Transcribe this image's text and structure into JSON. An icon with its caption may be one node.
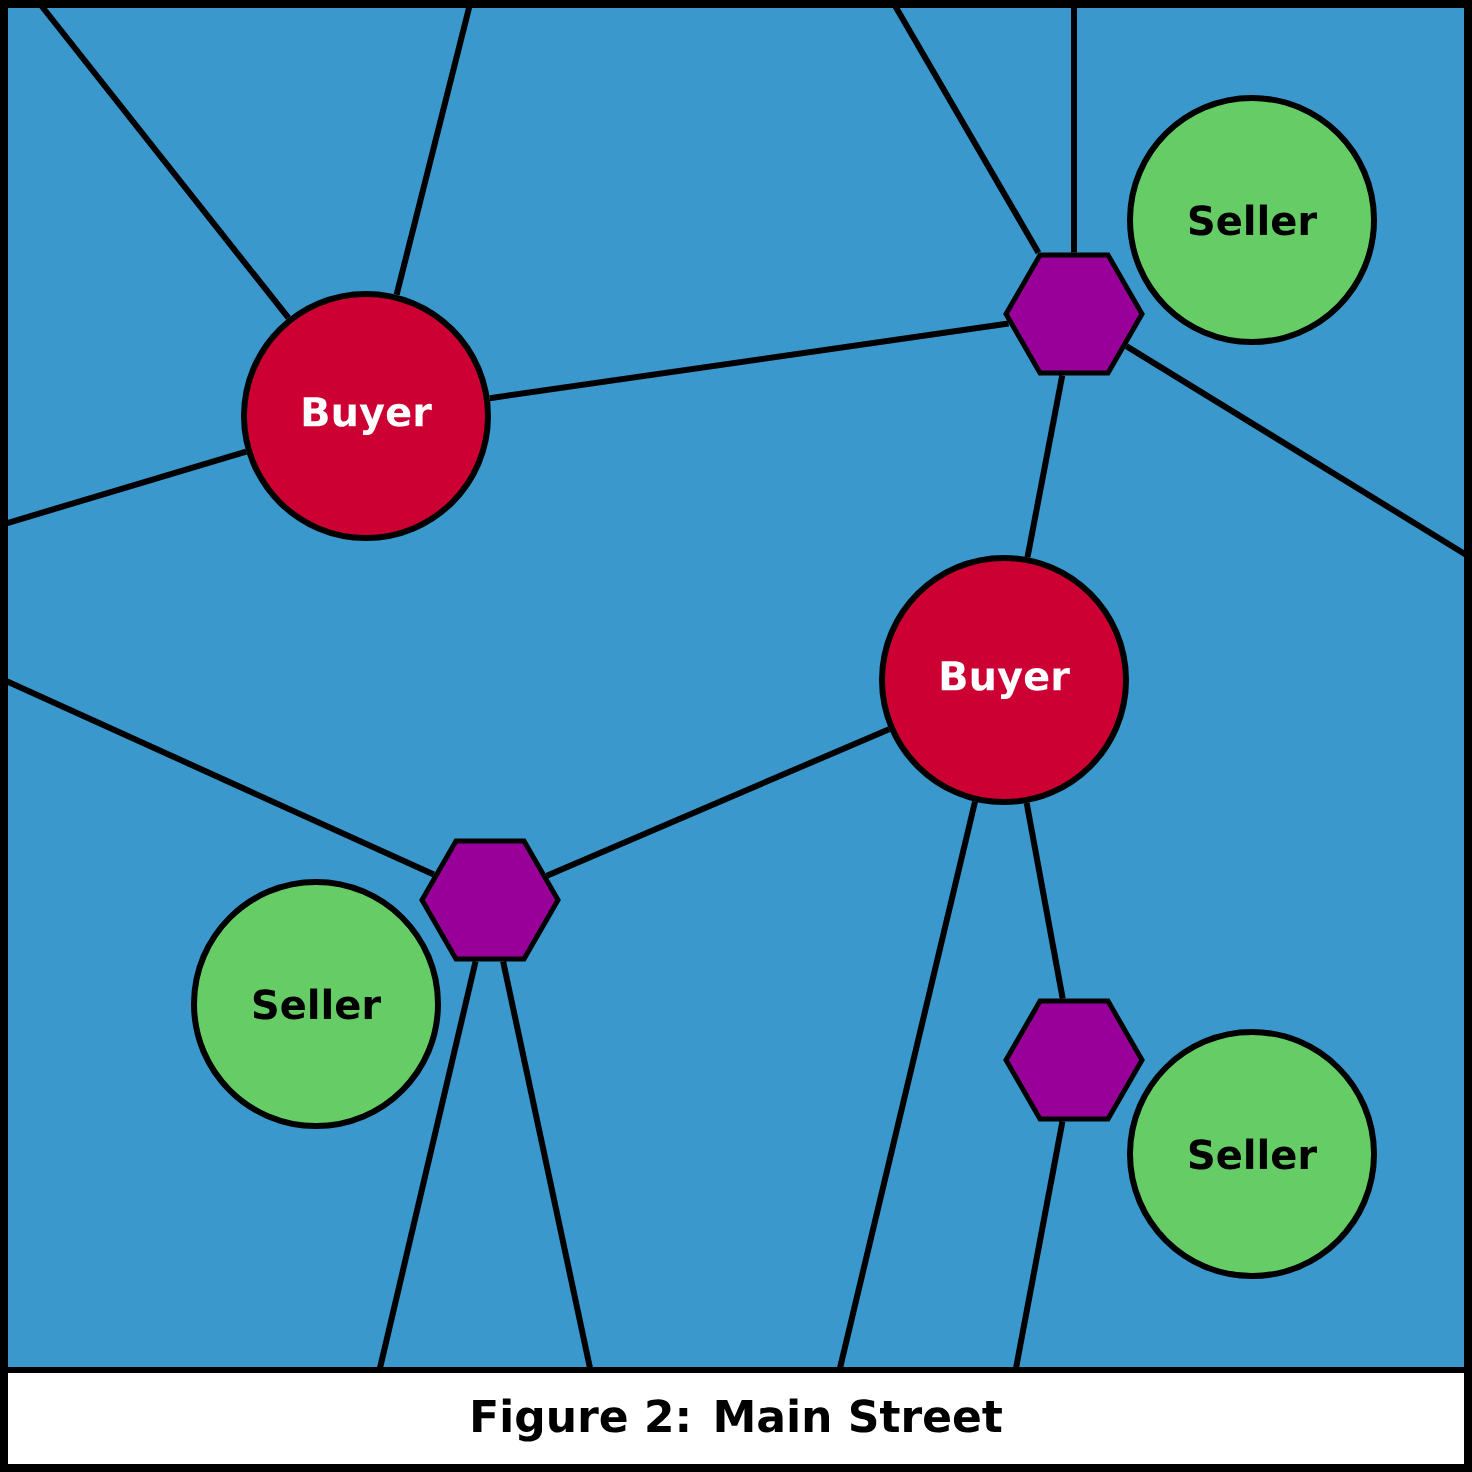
{
  "diagram": {
    "caption": "Figure 2: Main Street",
    "nodes": [
      {
        "text": [
          "Seller"
        ]
      },
      {
        "text": [],
        "shape": "hexagon"
      },
      {
        "text": [
          "Buyer"
        ]
      },
      {
        "text": [
          "Buyer"
        ]
      },
      {
        "text": [],
        "shape": "hexagon"
      },
      {
        "text": [
          "Seller"
        ]
      },
      {
        "text": [],
        "shape": "hexagon"
      },
      {
        "text": [
          "Seller"
        ]
      }
    ],
    "edges": [
      {
        "from": null,
        "to": 2,
        "arrow": "none"
      },
      {
        "from": null,
        "to": 2,
        "arrow": "none"
      },
      {
        "from": null,
        "to": 2,
        "arrow": "none"
      },
      {
        "from": 2,
        "to": 1,
        "arrow": "none"
      },
      {
        "from": null,
        "to": 1,
        "arrow": "none"
      },
      {
        "from": null,
        "to": 1,
        "arrow": "none"
      },
      {
        "from": 1,
        "to": null,
        "arrow": "none"
      },
      {
        "from": 1,
        "to": 3,
        "arrow": "none"
      },
      {
        "from": null,
        "to": 4,
        "arrow": "none"
      },
      {
        "from": 4,
        "to": 3,
        "arrow": "none"
      },
      {
        "from": 4,
        "to": null,
        "arrow": "none"
      },
      {
        "from": 4,
        "to": null,
        "arrow": "none"
      },
      {
        "from": 3,
        "to": null,
        "arrow": "none"
      },
      {
        "from": 3,
        "to": 6,
        "arrow": "none"
      },
      {
        "from": 6,
        "to": null,
        "arrow": "none"
      }
    ]
  }
}
